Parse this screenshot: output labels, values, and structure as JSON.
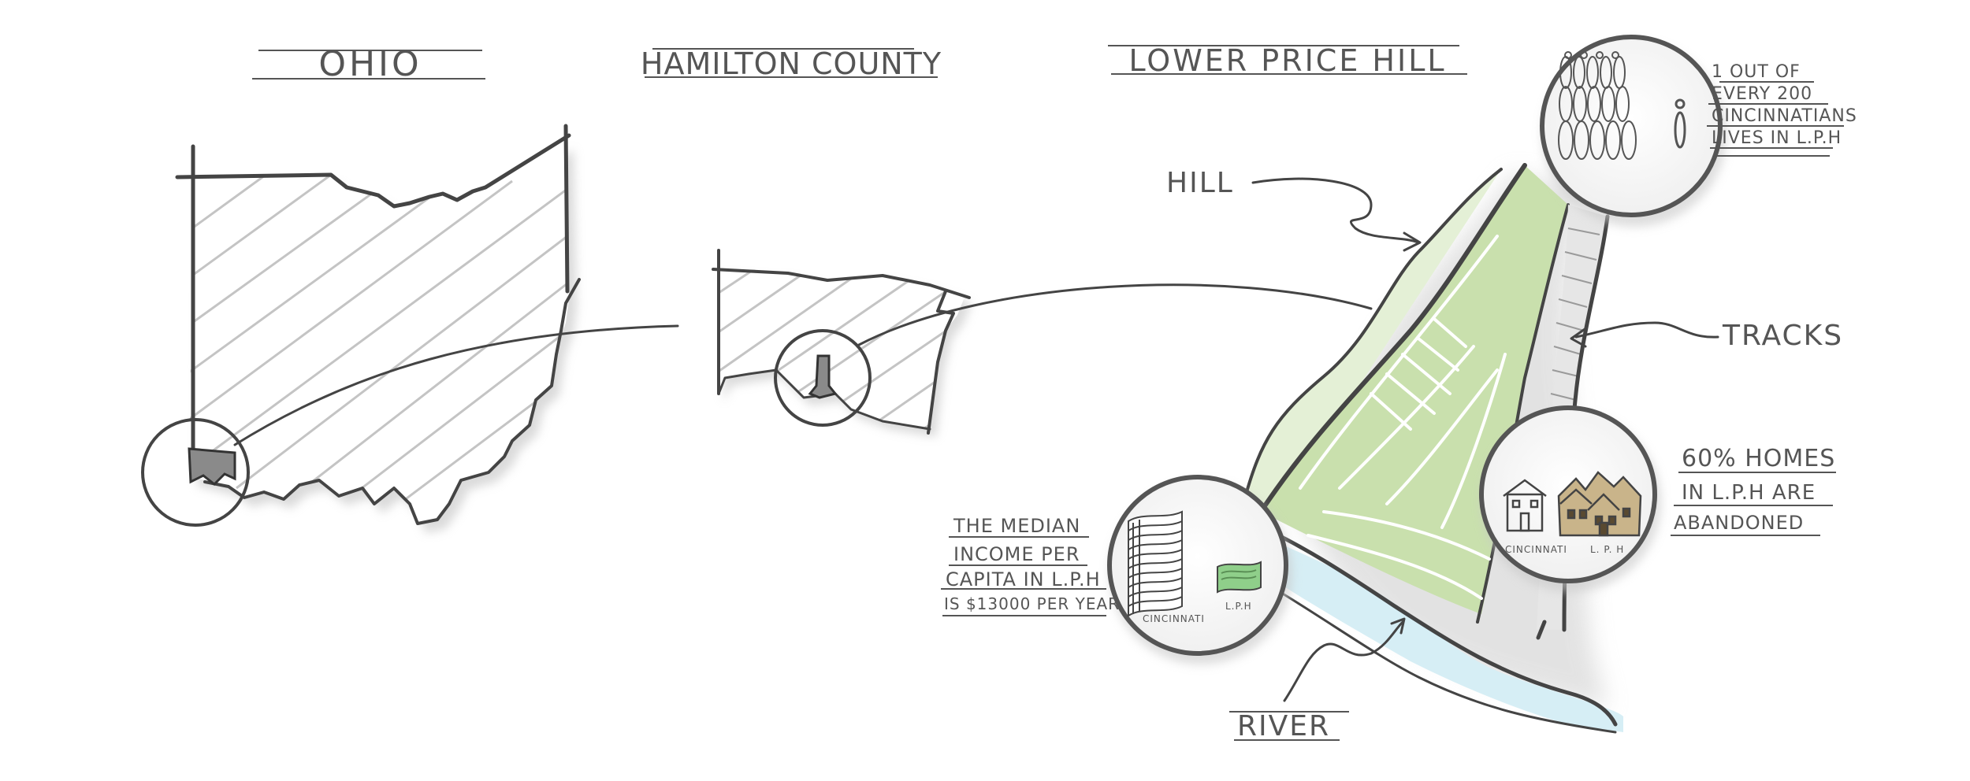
{
  "titles": {
    "ohio": "OHIO",
    "hamilton": "HAMILTON COUNTY",
    "lph": "LOWER PRICE HILL"
  },
  "labels": {
    "hill": "HILL",
    "tracks": "TRACKS",
    "river": "RIVER"
  },
  "notes": {
    "population": [
      "1 OUT OF",
      "EVERY 200",
      "CINCINNATIANS",
      "LIVES IN L.P.H"
    ],
    "homes": [
      "60% HOMES",
      "IN L.P.H ARE",
      "ABANDONED"
    ],
    "income": [
      "THE MEDIAN",
      "INCOME PER",
      "CAPITA IN L.P.H",
      "IS $13000 PER YEAR"
    ]
  },
  "inset_labels": {
    "homes_left": "CINCINNATI",
    "homes_right": "L. P. H",
    "income_left": "CINCINNATI",
    "income_right": "L.P.H"
  },
  "colors": {
    "hill_green": "#c9e0ad",
    "hill_light": "#e4f0d6",
    "river_blue": "#d6eef5",
    "ink": "#444444",
    "hatch": "#c4c4c4",
    "money_green": "#8fcf8a",
    "house_tan": "#c9b48a"
  }
}
